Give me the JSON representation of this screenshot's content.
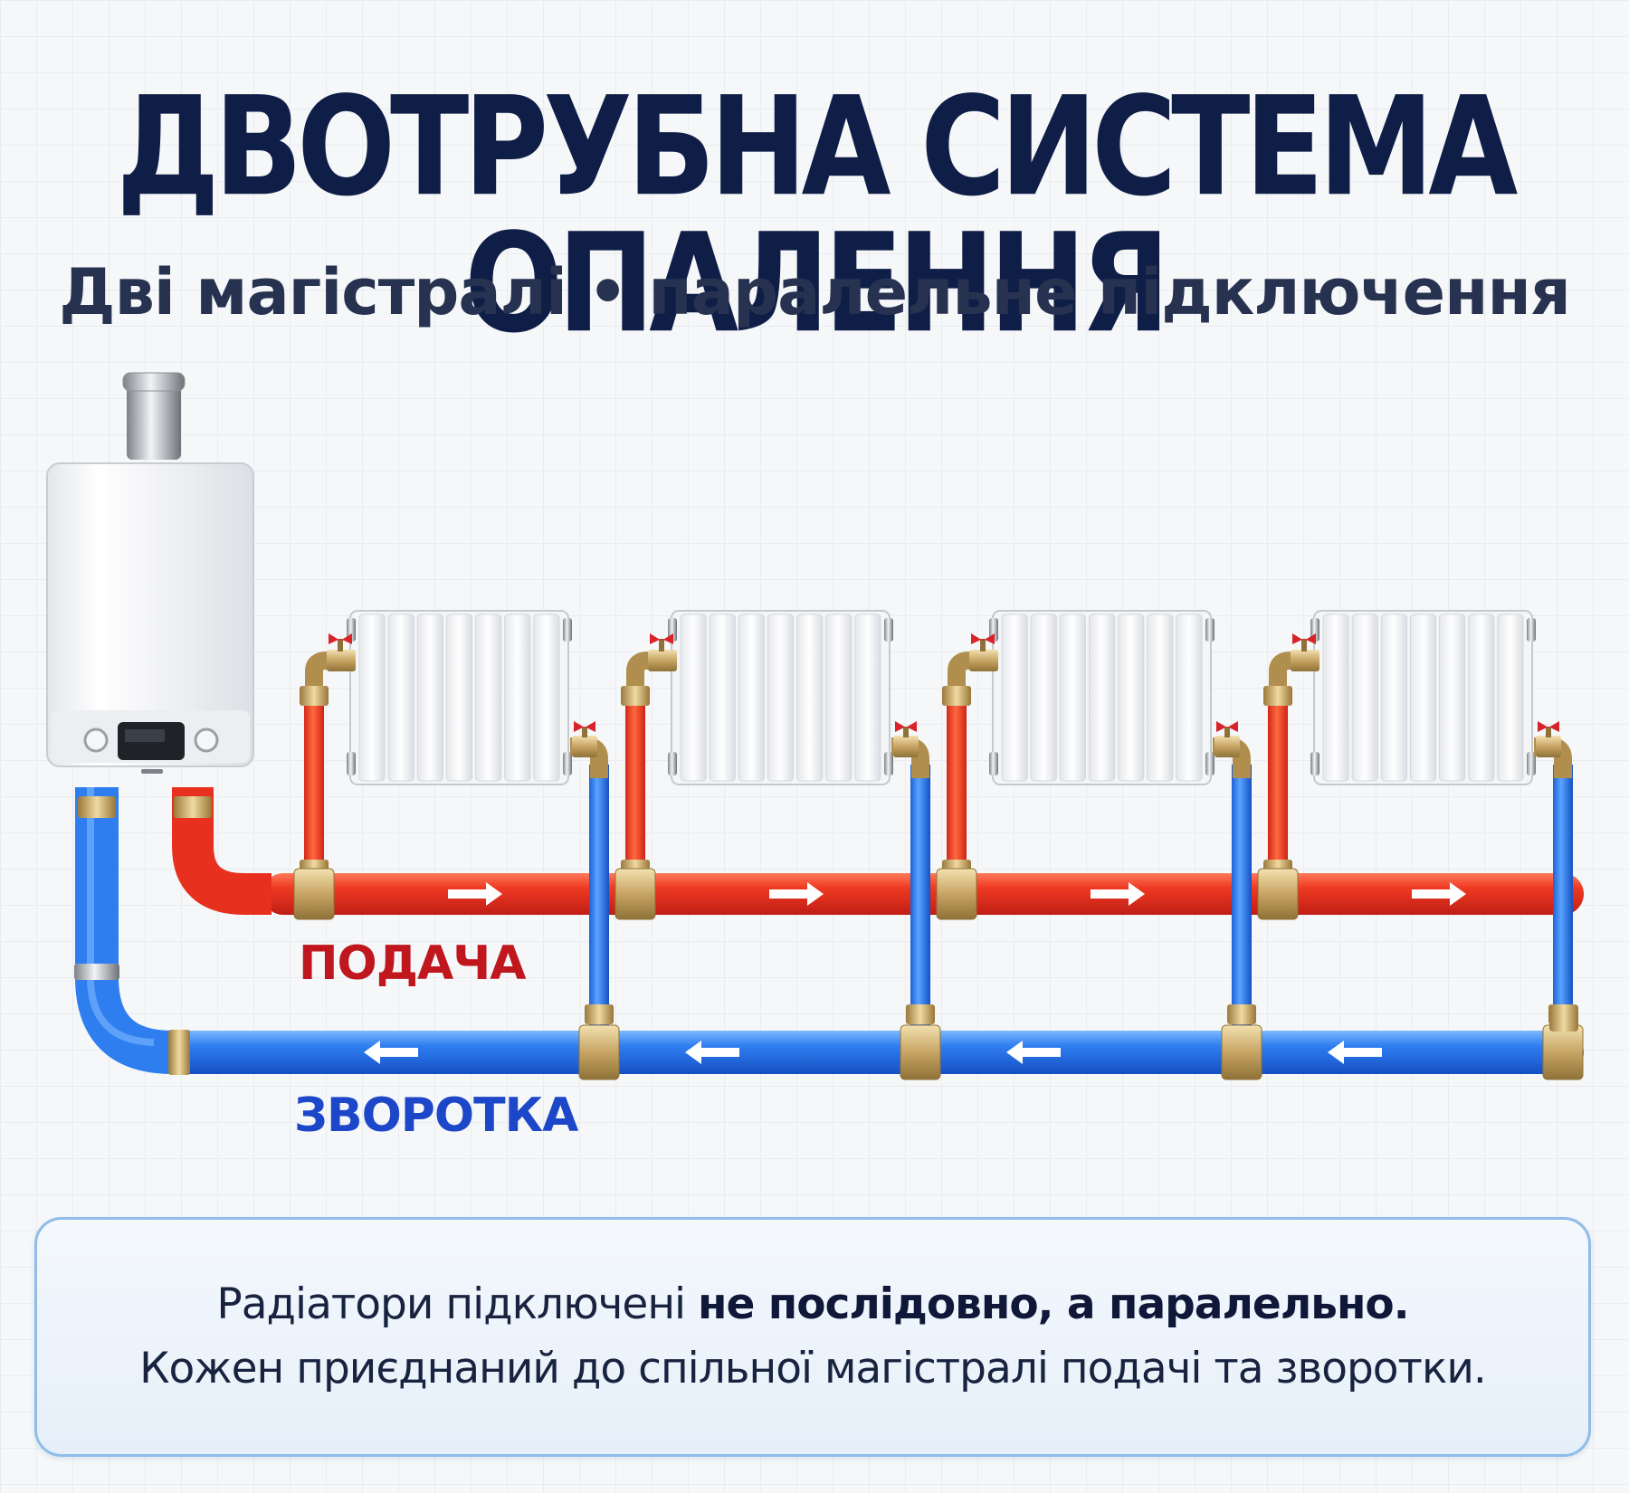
{
  "title": "ДВОТРУБНА СИСТЕМА ОПАЛЕННЯ",
  "subtitle": "Дві магістралі • паралельне підключення",
  "diagram": {
    "supply_label": "ПОДАЧА",
    "return_label": "ЗВОРОТКА",
    "radiator_count": 4,
    "radiator_sections": 7,
    "components": [
      "boiler",
      "supply-main",
      "return-main",
      "radiator",
      "valve",
      "flow-arrow"
    ],
    "colors": {
      "supply": "#e8301f",
      "return": "#2f7ef0",
      "title": "#0f1e47",
      "supply_label": "#c0161e",
      "return_label": "#1c47c8",
      "note_border": "#8fbde8"
    }
  },
  "note": {
    "line1_regular": "Радіатори підключені ",
    "line1_bold": "не послідовно, а паралельно.",
    "line2": "Кожен приєднаний до спільної магістралі подачі та зворотки."
  }
}
